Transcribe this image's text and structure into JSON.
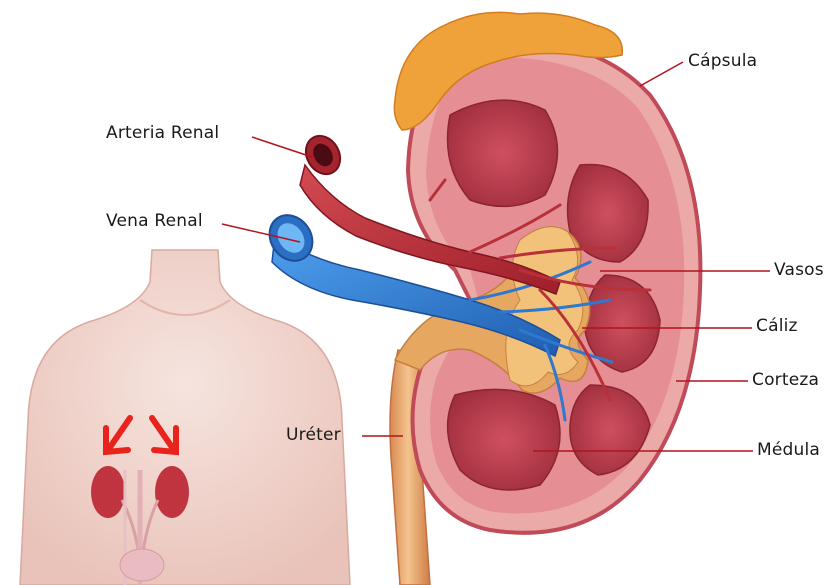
{
  "labels": {
    "arteria_renal": "Arteria Renal",
    "vena_renal": "Vena Renal",
    "capsula": "Cápsula",
    "vasos": "Vasos",
    "caliz": "Cáliz",
    "corteza": "Corteza",
    "ureter": "Uréter",
    "medula": "Médula"
  },
  "colors": {
    "leader_line": "#b0141a",
    "artery": "#b8303a",
    "vein": "#2f78cf",
    "cortex": "#e58f94",
    "medulla": "#b63a48",
    "pelvis": "#e6a860",
    "fat": "#efa23a",
    "pointer_arrow": "#e8231b"
  }
}
